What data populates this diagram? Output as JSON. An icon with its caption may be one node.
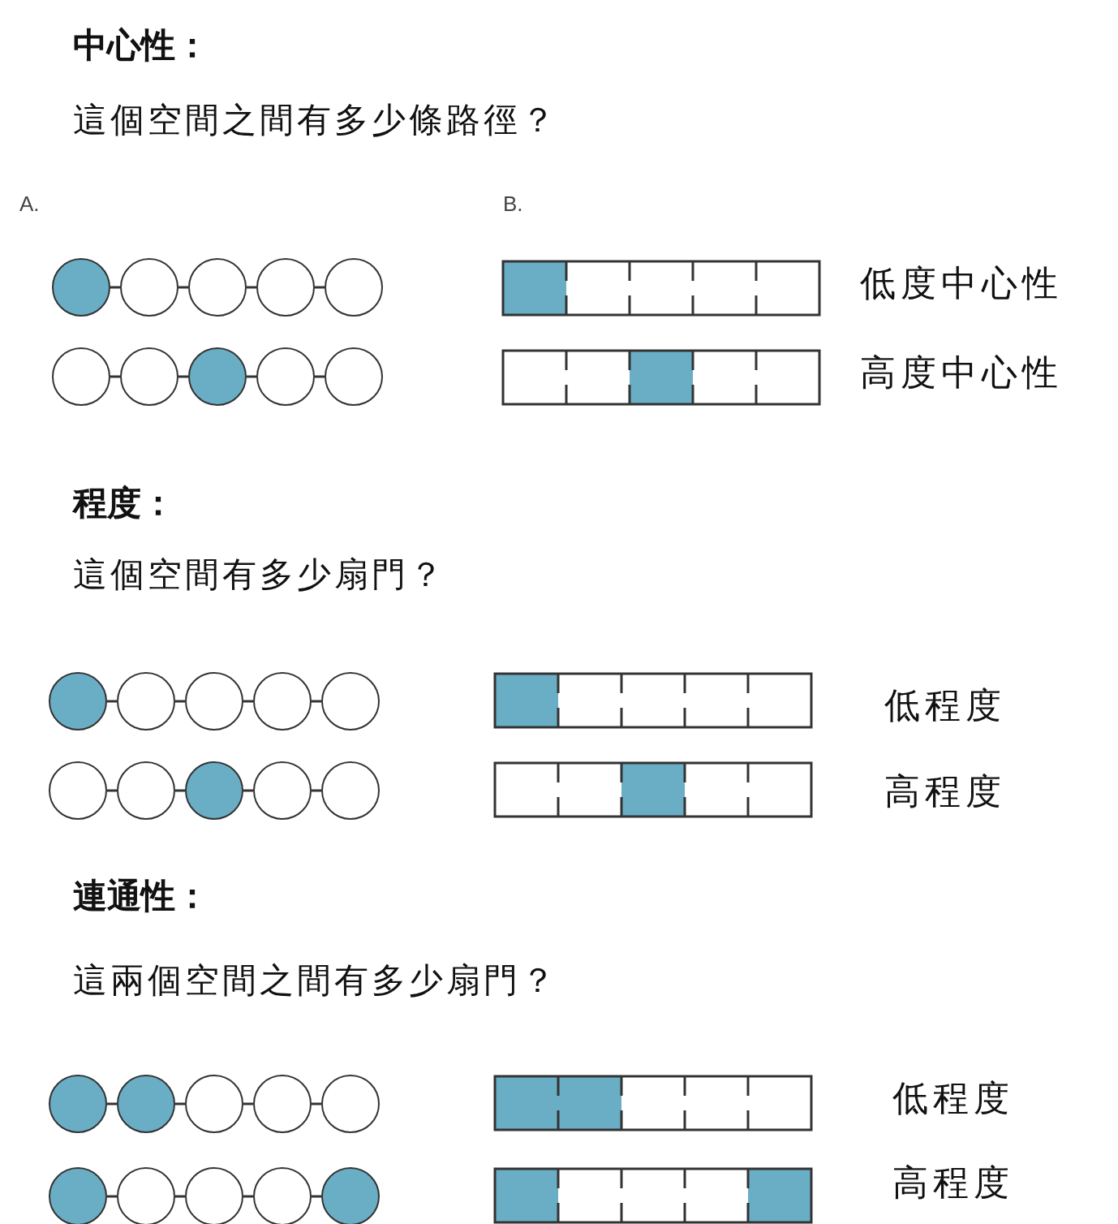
{
  "diagram": {
    "nodes": [
      {
        "text": [],
        "shape": "circle"
      },
      {
        "text": [],
        "shape": "circle"
      },
      {
        "text": [],
        "shape": "circle"
      },
      {
        "text": [],
        "shape": "circle"
      },
      {
        "text": [],
        "shape": "circle"
      },
      {
        "text": [],
        "shape": "circle"
      },
      {
        "text": [],
        "shape": "circle"
      },
      {
        "text": [],
        "shape": "circle"
      },
      {
        "text": [],
        "shape": "circle"
      },
      {
        "text": [],
        "shape": "circle"
      },
      {
        "text": [],
        "shape": "circle"
      },
      {
        "text": [],
        "shape": "circle"
      },
      {
        "text": [],
        "shape": "circle"
      },
      {
        "text": [],
        "shape": "circle"
      },
      {
        "text": [],
        "shape": "circle"
      },
      {
        "text": [],
        "shape": "circle"
      },
      {
        "text": [],
        "shape": "circle"
      },
      {
        "text": [],
        "shape": "circle"
      },
      {
        "text": [],
        "shape": "circle"
      },
      {
        "text": [],
        "shape": "circle"
      },
      {
        "text": [],
        "shape": "circle"
      },
      {
        "text": [],
        "shape": "circle"
      },
      {
        "text": [],
        "shape": "circle"
      },
      {
        "text": [],
        "shape": "circle"
      },
      {
        "text": [],
        "shape": "circle"
      },
      {
        "text": [],
        "shape": "circle"
      },
      {
        "text": [],
        "shape": "circle"
      },
      {
        "text": [],
        "shape": "circle"
      },
      {
        "text": [],
        "shape": "circle"
      },
      {
        "text": [],
        "shape": "circle"
      }
    ],
    "edges": [
      {
        "from": 0,
        "to": 1,
        "arrow": "none"
      },
      {
        "from": 1,
        "to": 2,
        "arrow": "none"
      },
      {
        "from": 2,
        "to": 3,
        "arrow": "none"
      },
      {
        "from": 3,
        "to": 4,
        "arrow": "none"
      },
      {
        "from": 5,
        "to": 6,
        "arrow": "none"
      },
      {
        "from": 6,
        "to": 7,
        "arrow": "none"
      },
      {
        "from": 7,
        "to": 8,
        "arrow": "none"
      },
      {
        "from": 8,
        "to": 9,
        "arrow": "none"
      },
      {
        "from": 10,
        "to": 11,
        "arrow": "none"
      },
      {
        "from": 11,
        "to": 12,
        "arrow": "none"
      },
      {
        "from": 12,
        "to": 13,
        "arrow": "none"
      },
      {
        "from": 13,
        "to": 14,
        "arrow": "none"
      },
      {
        "from": 15,
        "to": 16,
        "arrow": "none"
      },
      {
        "from": 16,
        "to": 17,
        "arrow": "none"
      },
      {
        "from": 17,
        "to": 18,
        "arrow": "none"
      },
      {
        "from": 18,
        "to": 19,
        "arrow": "none"
      },
      {
        "from": 20,
        "to": 21,
        "arrow": "none"
      },
      {
        "from": 21,
        "to": 22,
        "arrow": "none"
      },
      {
        "from": 22,
        "to": 23,
        "arrow": "none"
      },
      {
        "from": 23,
        "to": 24,
        "arrow": "none"
      },
      {
        "from": 25,
        "to": 26,
        "arrow": "none"
      },
      {
        "from": 26,
        "to": 27,
        "arrow": "none"
      },
      {
        "from": 27,
        "to": 28,
        "arrow": "none"
      },
      {
        "from": 28,
        "to": 29,
        "arrow": "none"
      }
    ],
    "labels": [
      "中心性：",
      "這個空間之間有多少條路徑？",
      "A.",
      "B.",
      "低度中心性",
      "高度中心性",
      "程度：",
      "這個空間有多少扇門？",
      "低程度",
      "高程度",
      "連通性：",
      "這兩個空間之間有多少扇門？",
      "低程度",
      "高程度"
    ]
  }
}
